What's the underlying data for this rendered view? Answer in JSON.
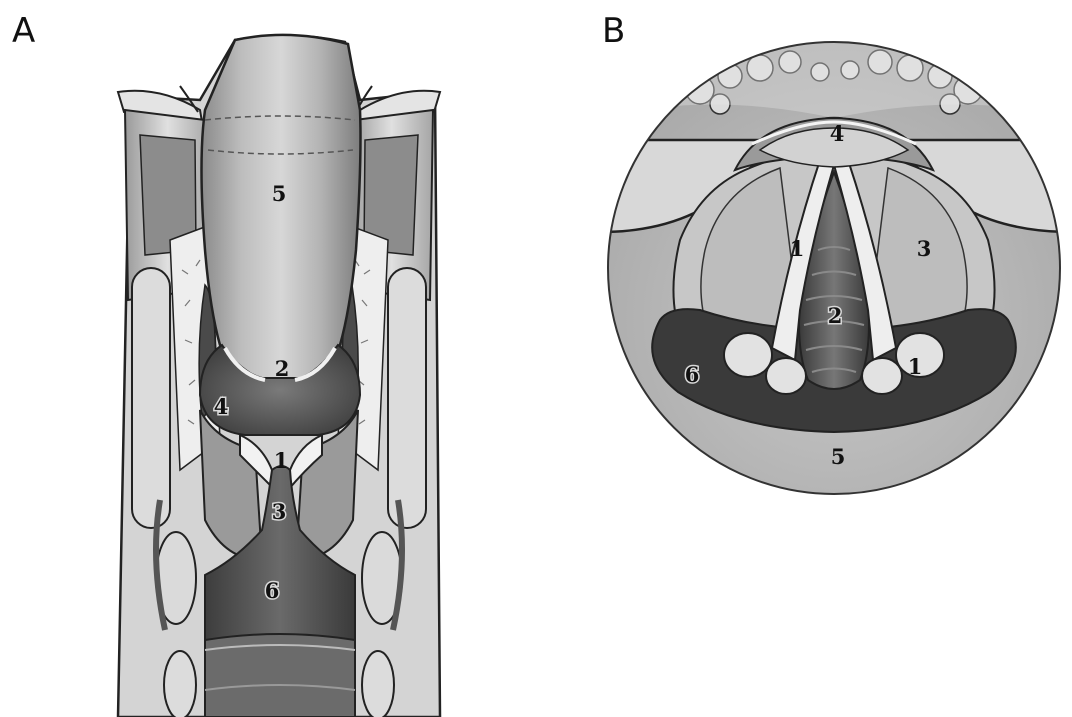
{
  "panels": {
    "a": {
      "letter": "A",
      "labels": {
        "l5": "5",
        "l2": "2",
        "l4": "4",
        "l1": "1",
        "l3": "3",
        "l6": "6"
      }
    },
    "b": {
      "letter": "B",
      "labels": {
        "l4": "4",
        "l1_top": "1",
        "l3": "3",
        "l2": "2",
        "l1_low": "1",
        "l6": "6",
        "l5": "5"
      }
    }
  },
  "colors": {
    "ink": "#111111",
    "tissue_light": "#e6e6e6",
    "tissue_mid": "#bdbdbd",
    "tissue_dark": "#5a5a5a",
    "background": "#ffffff"
  }
}
